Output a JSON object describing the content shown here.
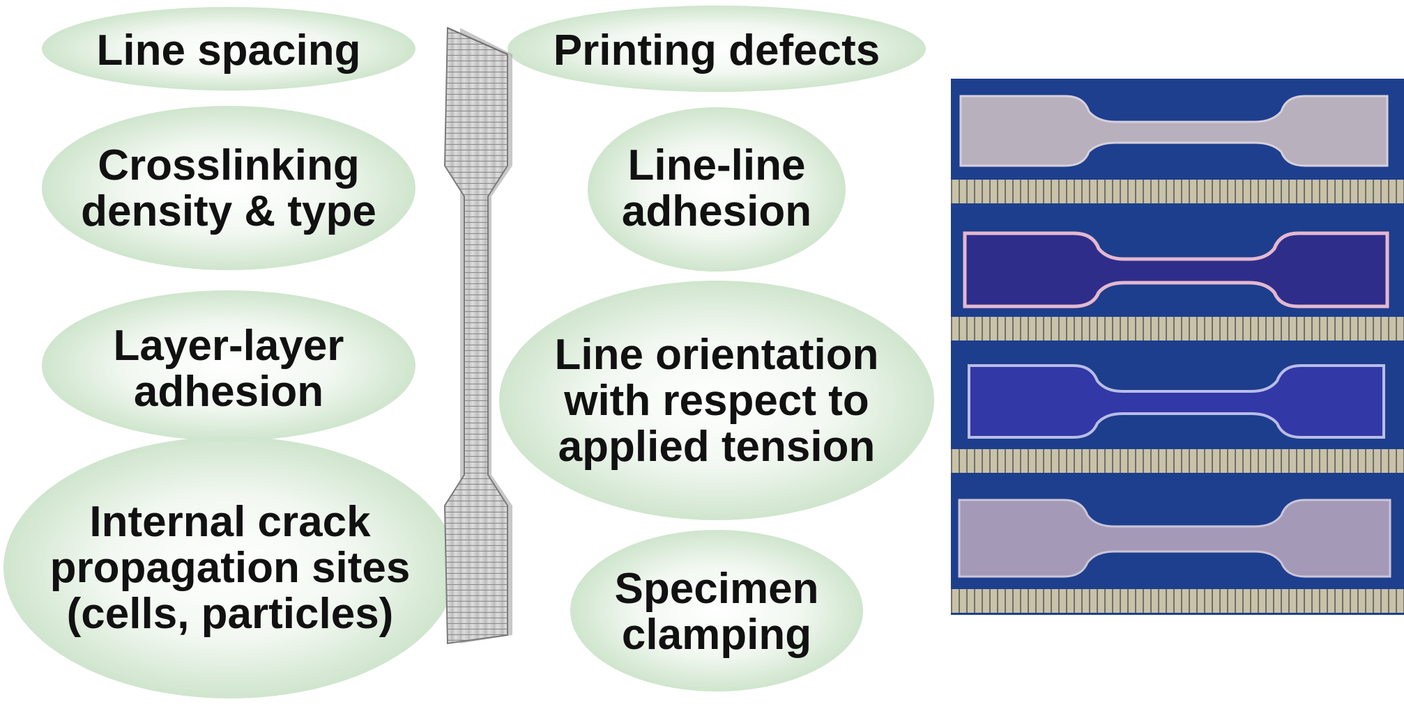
{
  "factors": {
    "line_spacing": [
      "Line spacing"
    ],
    "crosslinking": [
      "Crosslinking",
      "density & type"
    ],
    "layer_adhesion": [
      "Layer-layer",
      "adhesion"
    ],
    "internal_crack": [
      "Internal crack",
      "propagation sites",
      "(cells, particles)"
    ],
    "printing_defects": [
      "Printing defects"
    ],
    "line_adhesion": [
      "Line-line",
      "adhesion"
    ],
    "line_orientation": [
      "Line orientation",
      "with respect to",
      "applied tension"
    ],
    "specimen_clamping": [
      "Specimen",
      "clamping"
    ]
  },
  "colors": {
    "bubble_center": "#ffffff",
    "bubble_edge": "#cfe5cd",
    "photo_background": "#1d3e8c",
    "ruler": "#c8c2a8",
    "text": "#111111"
  },
  "specimen_photos": [
    {
      "name": "photo-specimen-translucent-1",
      "fill": "#b7aebd"
    },
    {
      "name": "photo-specimen-dark-blue-2",
      "fill": "#2f2d8a"
    },
    {
      "name": "photo-specimen-blue-3",
      "fill": "#3238a6"
    },
    {
      "name": "photo-specimen-translucent-4",
      "fill": "#a49ab8"
    }
  ]
}
